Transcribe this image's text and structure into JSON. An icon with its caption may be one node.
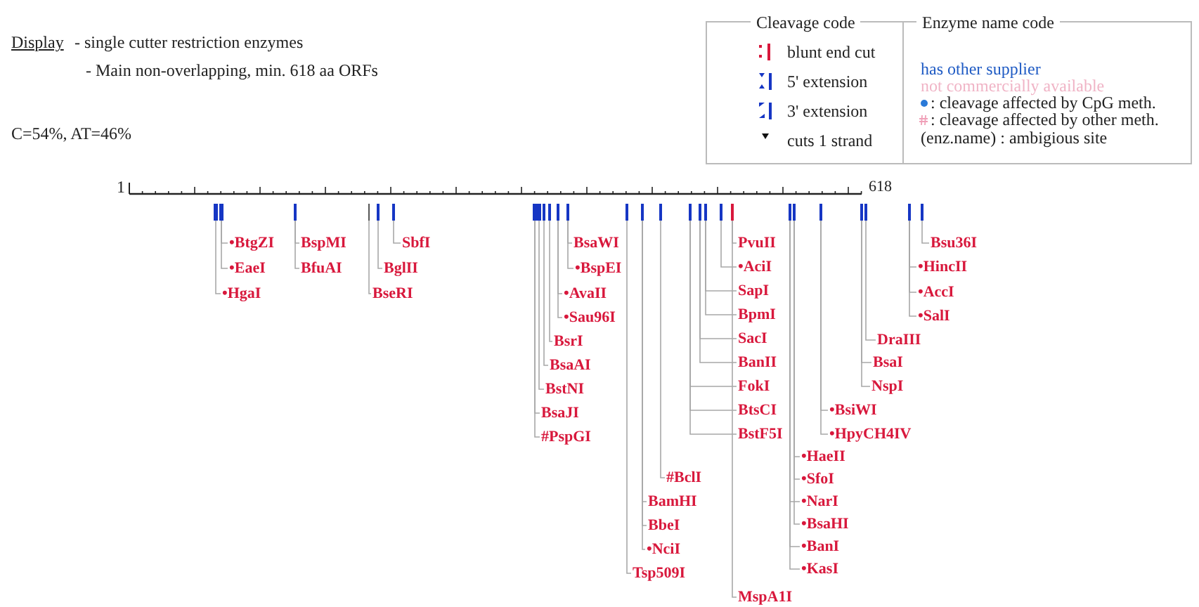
{
  "diagram": {
    "nodes": [
      {
        "text": [
          "•BtgZI"
        ]
      },
      {
        "text": [
          "•EaeI"
        ]
      },
      {
        "text": [
          "•HgaI"
        ]
      },
      {
        "text": [
          "BspMI"
        ]
      },
      {
        "text": [
          "BfuAI"
        ]
      },
      {
        "text": [
          "SbfI"
        ]
      },
      {
        "text": [
          "BglII"
        ]
      },
      {
        "text": [
          "BseRI"
        ]
      },
      {
        "text": [
          "BsaWI"
        ]
      },
      {
        "text": [
          "•BspEI"
        ]
      },
      {
        "text": [
          "•AvaII"
        ]
      },
      {
        "text": [
          "•Sau96I"
        ]
      },
      {
        "text": [
          "BsrI"
        ]
      },
      {
        "text": [
          "BsaAI"
        ]
      },
      {
        "text": [
          "BstNI"
        ]
      },
      {
        "text": [
          "BsaJI"
        ]
      },
      {
        "text": [
          "#PspGI"
        ]
      },
      {
        "text": [
          "#BclI"
        ]
      },
      {
        "text": [
          "BamHI"
        ]
      },
      {
        "text": [
          "BbeI"
        ]
      },
      {
        "text": [
          "•NciI"
        ]
      },
      {
        "text": [
          "Tsp509I"
        ]
      },
      {
        "text": [
          "PvuII"
        ]
      },
      {
        "text": [
          "•AciI"
        ]
      },
      {
        "text": [
          "SapI"
        ]
      },
      {
        "text": [
          "BpmI"
        ]
      },
      {
        "text": [
          "SacI"
        ]
      },
      {
        "text": [
          "BanII"
        ]
      },
      {
        "text": [
          "FokI"
        ]
      },
      {
        "text": [
          "BtsCI"
        ]
      },
      {
        "text": [
          "BstF5I"
        ]
      },
      {
        "text": [
          "MspA1I"
        ]
      },
      {
        "text": [
          "•HaeII"
        ]
      },
      {
        "text": [
          "•SfoI"
        ]
      },
      {
        "text": [
          "•NarI"
        ]
      },
      {
        "text": [
          "•BsaHI"
        ]
      },
      {
        "text": [
          "•BanI"
        ]
      },
      {
        "text": [
          "•KasI"
        ]
      },
      {
        "text": [
          "•BsiWI"
        ]
      },
      {
        "text": [
          "•HpyCH4IV"
        ]
      },
      {
        "text": [
          "DraIII"
        ]
      },
      {
        "text": [
          "BsaI"
        ]
      },
      {
        "text": [
          "NspI"
        ]
      },
      {
        "text": [
          "Bsu36I"
        ]
      },
      {
        "text": [
          "•HincII"
        ]
      },
      {
        "text": [
          "•AccI"
        ]
      },
      {
        "text": [
          "•SalI"
        ]
      },
      {
        "text": [],
        "shape": "bar"
      },
      {
        "text": [],
        "shape": "bar"
      },
      {
        "text": [],
        "shape": "bar"
      },
      {
        "text": [],
        "shape": "bar"
      },
      {
        "text": [],
        "shape": "bar"
      },
      {
        "text": [],
        "shape": "bar"
      },
      {
        "text": [],
        "shape": "bar"
      },
      {
        "text": [],
        "shape": "bar"
      },
      {
        "text": [],
        "shape": "bar"
      },
      {
        "text": [],
        "shape": "bar"
      },
      {
        "text": [],
        "shape": "bar"
      },
      {
        "text": [],
        "shape": "bar"
      },
      {
        "text": [],
        "shape": "bar"
      },
      {
        "text": [],
        "shape": "bar"
      },
      {
        "text": [],
        "shape": "bar"
      },
      {
        "text": [],
        "shape": "bar"
      },
      {
        "text": [],
        "shape": "bar"
      },
      {
        "text": [],
        "shape": "bar"
      },
      {
        "text": [],
        "shape": "bar"
      },
      {
        "text": [],
        "shape": "bar"
      },
      {
        "text": [],
        "shape": "bar"
      },
      {
        "text": [],
        "shape": "bar"
      },
      {
        "text": [],
        "shape": "bar"
      },
      {
        "text": [],
        "shape": "bar"
      },
      {
        "text": [],
        "shape": "bar"
      },
      {
        "text": [],
        "shape": "bar"
      },
      {
        "text": [],
        "shape": "bar"
      }
    ],
    "edges": [
      {
        "from": 0,
        "to": 48,
        "arrow": "none"
      },
      {
        "from": 1,
        "to": 48,
        "arrow": "none"
      },
      {
        "from": 2,
        "to": 47,
        "arrow": "none"
      },
      {
        "from": 3,
        "to": 49,
        "arrow": "none"
      },
      {
        "from": 4,
        "to": 49,
        "arrow": "none"
      },
      {
        "from": 5,
        "to": 52,
        "arrow": "none"
      },
      {
        "from": 6,
        "to": 51,
        "arrow": "none"
      },
      {
        "from": 7,
        "to": 50,
        "arrow": "none"
      },
      {
        "from": 8,
        "to": 58,
        "arrow": "none"
      },
      {
        "from": 9,
        "to": 58,
        "arrow": "none"
      },
      {
        "from": 10,
        "to": 57,
        "arrow": "none"
      },
      {
        "from": 11,
        "to": 57,
        "arrow": "none"
      },
      {
        "from": 12,
        "to": 56,
        "arrow": "none"
      },
      {
        "from": 13,
        "to": 55,
        "arrow": "none"
      },
      {
        "from": 14,
        "to": 54,
        "arrow": "none"
      },
      {
        "from": 15,
        "to": 53,
        "arrow": "none"
      },
      {
        "from": 16,
        "to": 53,
        "arrow": "none"
      },
      {
        "from": 17,
        "to": 61,
        "arrow": "none"
      },
      {
        "from": 18,
        "to": 60,
        "arrow": "none"
      },
      {
        "from": 19,
        "to": 60,
        "arrow": "none"
      },
      {
        "from": 20,
        "to": 60,
        "arrow": "none"
      },
      {
        "from": 21,
        "to": 59,
        "arrow": "none"
      },
      {
        "from": 22,
        "to": 66,
        "arrow": "none"
      },
      {
        "from": 23,
        "to": 65,
        "arrow": "none"
      },
      {
        "from": 24,
        "to": 64,
        "arrow": "none"
      },
      {
        "from": 25,
        "to": 64,
        "arrow": "none"
      },
      {
        "from": 26,
        "to": 63,
        "arrow": "none"
      },
      {
        "from": 27,
        "to": 63,
        "arrow": "none"
      },
      {
        "from": 28,
        "to": 62,
        "arrow": "none"
      },
      {
        "from": 29,
        "to": 62,
        "arrow": "none"
      },
      {
        "from": 30,
        "to": 62,
        "arrow": "none"
      },
      {
        "from": 31,
        "to": 66,
        "arrow": "none"
      },
      {
        "from": 32,
        "to": 68,
        "arrow": "none"
      },
      {
        "from": 33,
        "to": 68,
        "arrow": "none"
      },
      {
        "from": 34,
        "to": 67,
        "arrow": "none"
      },
      {
        "from": 35,
        "to": 68,
        "arrow": "none"
      },
      {
        "from": 36,
        "to": 67,
        "arrow": "none"
      },
      {
        "from": 37,
        "to": 67,
        "arrow": "none"
      },
      {
        "from": 38,
        "to": 69,
        "arrow": "none"
      },
      {
        "from": 39,
        "to": 69,
        "arrow": "none"
      },
      {
        "from": 40,
        "to": 71,
        "arrow": "none"
      },
      {
        "from": 41,
        "to": 70,
        "arrow": "none"
      },
      {
        "from": 42,
        "to": 70,
        "arrow": "none"
      },
      {
        "from": 43,
        "to": 73,
        "arrow": "none"
      },
      {
        "from": 44,
        "to": 72,
        "arrow": "none"
      },
      {
        "from": 45,
        "to": 72,
        "arrow": "none"
      },
      {
        "from": 46,
        "to": 72,
        "arrow": "none"
      }
    ],
    "labels": [
      "Display",
      "- single cutter restriction enzymes",
      "- Main non-overlapping, min. 618 aa ORFs",
      "C=54%, AT=46%",
      "1",
      "618",
      "Cleavage code",
      "Enzyme name code",
      "(enz.name) : ambigious site"
    ],
    "legend": [
      {
        "text": "blunt end cut"
      },
      {
        "text": "5' extension"
      },
      {
        "text": "3' extension"
      },
      {
        "text": "cuts 1 strand"
      },
      {
        "text": "has other supplier",
        "color": "#1f5bc4"
      },
      {
        "text": "not commercially available",
        "color": "#f0b4c6"
      },
      {
        "text": ": cleavage affected by CpG meth."
      },
      {
        "text": ": cleavage affected by other meth."
      }
    ]
  }
}
